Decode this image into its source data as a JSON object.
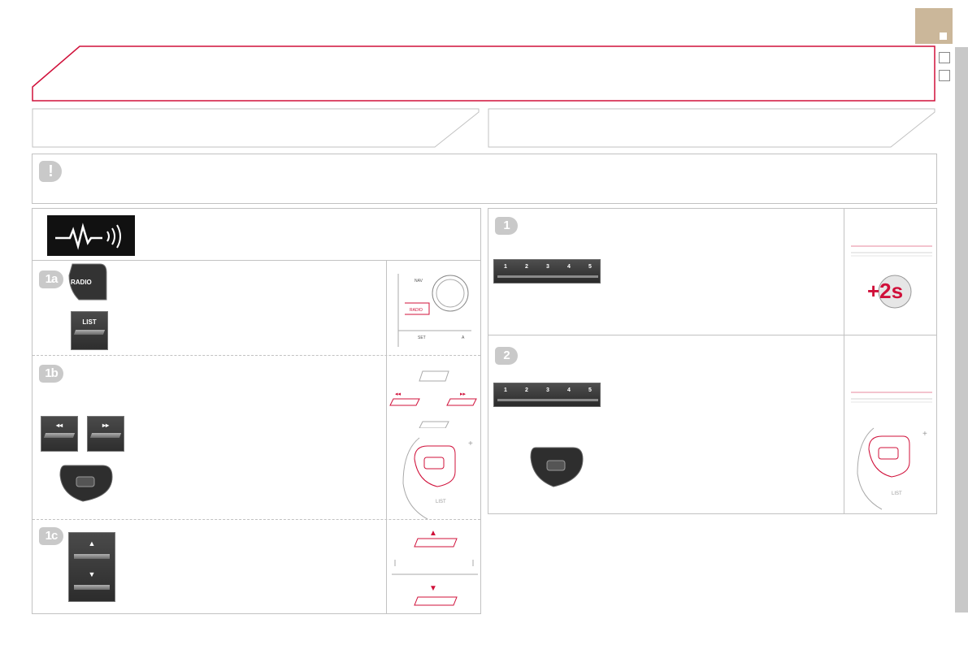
{
  "header": {
    "title_banner": "",
    "corner_marker": ""
  },
  "left_header": {
    "text": ""
  },
  "right_header": {
    "text": ""
  },
  "warning": {
    "badge": "!",
    "text": ""
  },
  "left_panel": {
    "steps": [
      {
        "badge": "1a",
        "key_radio": "RADIO",
        "key_list": "LIST",
        "diagram": {
          "nav": "NAV",
          "radio": "RADIO",
          "set": "SET",
          "a": "A"
        }
      },
      {
        "badge": "1b",
        "prev_symbol": "◂◂",
        "next_symbol": "▸▸"
      },
      {
        "badge": "1c",
        "up_symbol": "▲",
        "down_symbol": "▼"
      }
    ],
    "wheel_list": "LIST"
  },
  "right_panel": {
    "steps": [
      {
        "badge": "1",
        "presets": [
          "1",
          "2",
          "3",
          "4",
          "5"
        ],
        "hold_label": "+2s"
      },
      {
        "badge": "2",
        "presets": [
          "1",
          "2",
          "3",
          "4",
          "5"
        ],
        "wheel_list": "LIST"
      }
    ]
  },
  "colors": {
    "accent": "#d0103a",
    "tab": "#cbb79a",
    "badge": "#c9c9c9"
  }
}
